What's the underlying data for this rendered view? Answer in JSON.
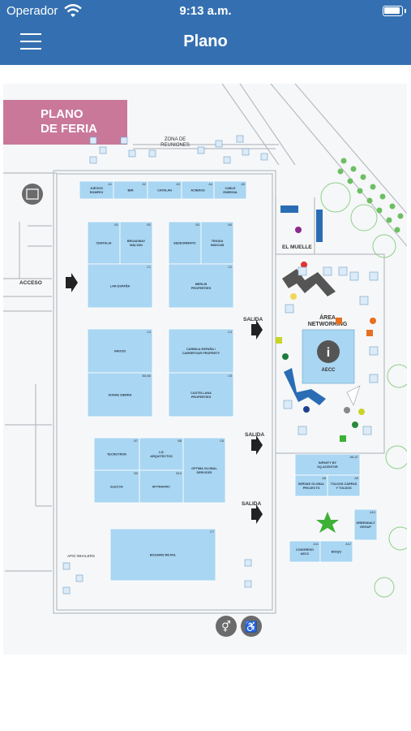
{
  "status_bar": {
    "carrier": "Operador",
    "time": "9:13 a.m."
  },
  "nav": {
    "title": "Plano",
    "menu_icon": "hamburger-menu-icon"
  },
  "map": {
    "banner": [
      "PLANO",
      "DE FERIA"
    ],
    "meeting_zone": [
      "ZONA DE",
      "REUNIONES"
    ],
    "access_label": "ACCESO",
    "exit_label": "SALIDA",
    "muelle_label": "EL MUELLE",
    "networking_label": [
      "ÁREA",
      "NETWORKING"
    ],
    "info_label": "AECC",
    "toilet_label": "APS/\nINHALERS",
    "colors": {
      "booth": "#a9d6f2",
      "banner": "#c4698f",
      "tree": "#64b45c",
      "accent_blue": "#3a7fc4"
    },
    "booths": [
      {
        "code": "A1",
        "name": "JUEGOS\nROMPEX"
      },
      {
        "code": "A2",
        "name": "BMI"
      },
      {
        "code": "A3",
        "name": "CATALAN"
      },
      {
        "code": "A4",
        "name": "ACIEROS"
      },
      {
        "code": "A5",
        "name": "CABLE\nENERGIA"
      },
      {
        "code": "B1",
        "name": "CENTALIA"
      },
      {
        "code": "B2",
        "name": "BROADWAY\nMALYAN"
      },
      {
        "code": "B3",
        "name": "SEDEONMATIC"
      },
      {
        "code": "B4",
        "name": "TRIODA\nINDICUM"
      },
      {
        "code": "C1",
        "name": "LAR ESPAÑA"
      },
      {
        "code": "C2",
        "name": "MERLIN\nPROPERTIES"
      },
      {
        "code": "C3",
        "name": "NHOOD"
      },
      {
        "code": "C4",
        "name": "CARMILA ESPAÑA /\nCARREFOUR PROPERTY"
      },
      {
        "code": "B5-B6",
        "name": "SONAE SIERRA"
      },
      {
        "code": "C5",
        "name": "CASTELLANA\nPROPERTIES"
      },
      {
        "code": "B7",
        "name": "TECNOTRON"
      },
      {
        "code": "B8",
        "name": "LIZ\nARQUITECTOS"
      },
      {
        "code": "C6",
        "name": "OPTIMA GLOBAL\nSERVICES"
      },
      {
        "code": "B9",
        "name": "ELECCA"
      },
      {
        "code": "B10",
        "name": "MYTRAFFIC"
      },
      {
        "code": "C7",
        "name": "BOGARIS RETAIL"
      },
      {
        "code": "A6-A7",
        "name": "INFINITY BY\nSQ-ACENTOR"
      },
      {
        "code": "A8",
        "name": "SERVAE GLOBAL\nPROJECTS"
      },
      {
        "code": "A9",
        "name": "TOLDOS CARPAS\nY TOLDOS"
      },
      {
        "code": "A10",
        "name": "GREENHALT\nGROUP"
      },
      {
        "code": "A11",
        "name": "CONGRESO\nAECC"
      },
      {
        "code": "A12",
        "name": "BIOQU"
      }
    ]
  }
}
